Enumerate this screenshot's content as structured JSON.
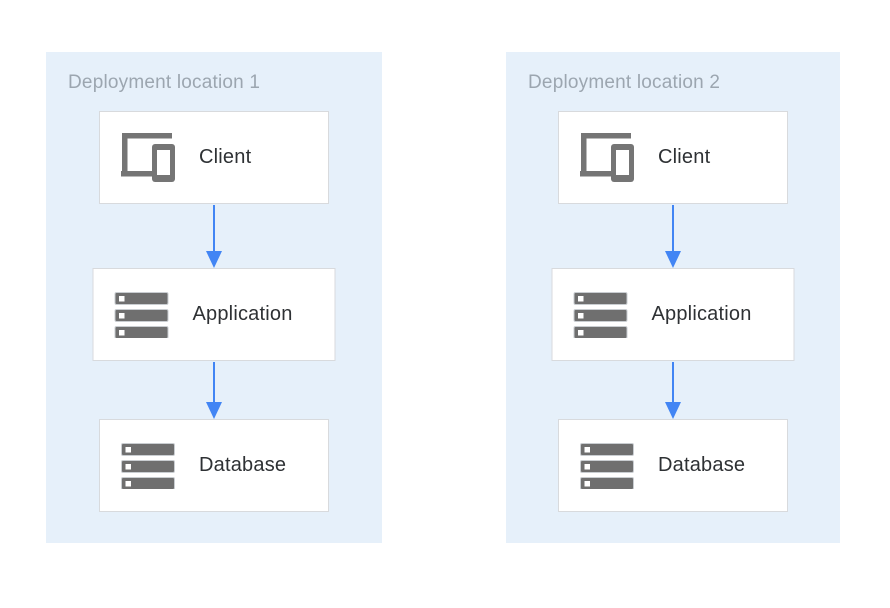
{
  "diagram": {
    "panels": [
      {
        "title": "Deployment location 1",
        "nodes": [
          {
            "label": "Client",
            "icon": "devices-icon"
          },
          {
            "label": "Application",
            "icon": "server-stack-icon"
          },
          {
            "label": "Database",
            "icon": "server-stack-icon"
          }
        ],
        "connections": [
          {
            "from": "Client",
            "to": "Application"
          },
          {
            "from": "Application",
            "to": "Database"
          }
        ]
      },
      {
        "title": "Deployment location 2",
        "nodes": [
          {
            "label": "Client",
            "icon": "devices-icon"
          },
          {
            "label": "Application",
            "icon": "server-stack-icon"
          },
          {
            "label": "Database",
            "icon": "server-stack-icon"
          }
        ],
        "connections": [
          {
            "from": "Client",
            "to": "Application"
          },
          {
            "from": "Application",
            "to": "Database"
          }
        ]
      }
    ],
    "colors": {
      "panel_background": "#e6f0fa",
      "node_background": "#ffffff",
      "node_border": "#d8dadd",
      "arrow": "#4285f4",
      "icon": "#757575",
      "title_text": "#9ca6b0",
      "label_text": "#2e3134"
    }
  }
}
